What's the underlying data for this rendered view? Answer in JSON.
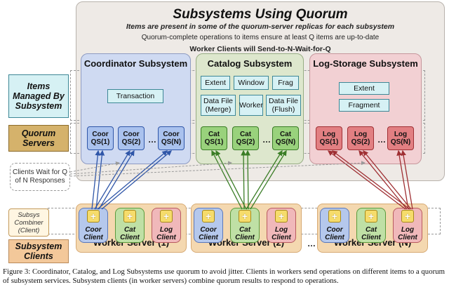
{
  "header": {
    "title": "Subsystems Using Quorum",
    "line1": "Items are present in some of the quorum-server replicas for each subsystem",
    "line2": "Quorum-complete operations to items ensure at least Q items are up-to-date",
    "line3": "Worker Clients will Send-to-N-Wait-for-Q"
  },
  "left_labels": {
    "items_managed": "Items Managed By Subsystem",
    "quorum_servers": "Quorum Servers",
    "clients_wait": "Clients Wait for Q of N Responses",
    "subsys_combiner": "Subsys Combiner (Client)",
    "subsystem_clients": "Subsystem Clients"
  },
  "subsystems": {
    "coordinator": {
      "title": "Coordinator Subsystem",
      "items": [
        "Transaction"
      ],
      "servers": [
        "Coor QS(1)",
        "Coor QS(2)",
        "Coor QS(N)"
      ]
    },
    "catalog": {
      "title": "Catalog Subsystem",
      "items": [
        "Extent",
        "Window",
        "Frag",
        "Data File (Merge)",
        "Worker",
        "Data File (Flush)"
      ],
      "servers": [
        "Cat QS(1)",
        "Cat QS(2)",
        "Cat QS(N)"
      ]
    },
    "log_storage": {
      "title": "Log-Storage Subsystem",
      "items": [
        "Extent",
        "Fragment"
      ],
      "servers": [
        "Log QS(1)",
        "Log QS(2)",
        "Log QS(N)"
      ]
    }
  },
  "dots": "…",
  "worker_servers": [
    {
      "title": "Worker Server (1)",
      "clients": [
        "Coor Client",
        "Cat Client",
        "Log Client"
      ]
    },
    {
      "title": "Worker Server (2)",
      "clients": [
        "Coor Client",
        "Cat Client",
        "Log Client"
      ]
    },
    {
      "title": "Worker Server (N)",
      "clients": [
        "Coor Client",
        "Cat Client",
        "Log Client"
      ]
    }
  ],
  "caption": "Figure 3: Coordinator, Catalog, and Log Subsystems use quorum to avoid jitter. Clients in workers send operations on different items to a quorum of subsystem services. Subsystem clients (in worker servers) combine quorum results to respond to operations.",
  "colors": {
    "coordinator": "#2f56a8",
    "catalog": "#3a7d26",
    "log": "#9f2f33",
    "worker": "#f4d8b0",
    "teal": "#d6f1f4"
  }
}
